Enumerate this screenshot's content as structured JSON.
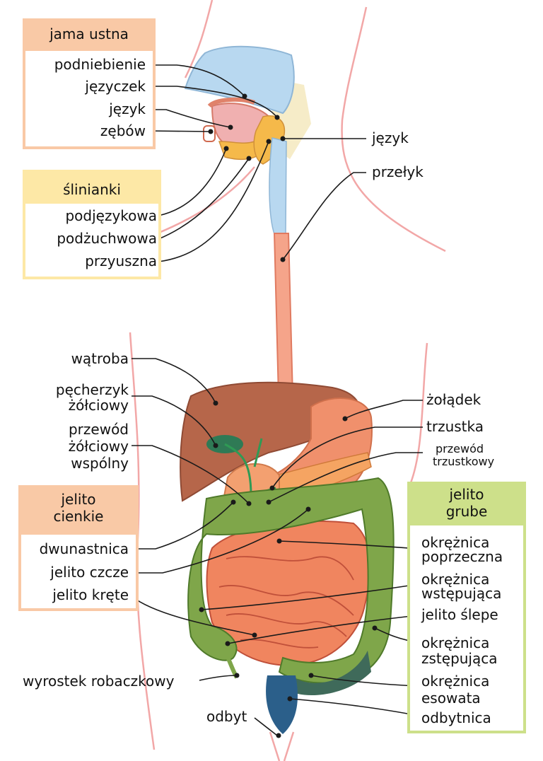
{
  "groups": {
    "mouth": "jama ustna",
    "salivary": "ślinianki",
    "small_intestine": [
      "jelito",
      "cienkie"
    ],
    "large_intestine": [
      "jelito",
      "grube"
    ]
  },
  "labels": {
    "palate": "podniebienie",
    "uvula": "języczek",
    "tongue": "język",
    "teeth": "zębów",
    "sublingual": "podjęzykowa",
    "submandibular": "podżuchwowa",
    "parotid": "przyuszna",
    "tongue_right": "język",
    "esophagus": "przełyk",
    "liver": "wątroba",
    "gallbladder": [
      "pęcherzyk",
      "żółciowy"
    ],
    "common_bile_duct": [
      "przewód",
      "żółciowy",
      "wspólny"
    ],
    "stomach": "żołądek",
    "pancreas": "trzustka",
    "pancreatic_duct": [
      "przewód",
      "trzustkowy"
    ],
    "duodenum": "dwunastnica",
    "jejunum": "jelito czcze",
    "ileum": "jelito kręte",
    "transverse_colon": [
      "okrężnica",
      "poprzeczna"
    ],
    "ascending_colon": [
      "okrężnica",
      "wstępująca"
    ],
    "cecum": "jelito ślepe",
    "descending_colon": [
      "okrężnica",
      "zstępująca"
    ],
    "sigmoid_colon": [
      "okrężnica",
      "esowata"
    ],
    "rectum": "odbytnica",
    "appendix": "wyrostek robaczkowy",
    "anus": "odbyt"
  },
  "colors": {
    "mouth_box": "#f9c9a6",
    "salivary_box": "#fde8a6",
    "small_box": "#f9c9a6",
    "large_box": "#cde08a",
    "body_outline": "#f2a7a7",
    "esophagus": "#f5a48a",
    "liver": "#b6664a",
    "stomach": "#f0906c",
    "pancreas": "#f5a462",
    "gallbladder": "#2f7a55",
    "bile_ducts": "#2f9a55",
    "colon": "#7fa64a",
    "small_intestine": "#f0855f",
    "sigmoid": "#3f6a5a",
    "rectum": "#2b5f8a",
    "palate": "#b8d8f0",
    "gland": "#f5b94a",
    "tongue": "#f0b0b0"
  }
}
